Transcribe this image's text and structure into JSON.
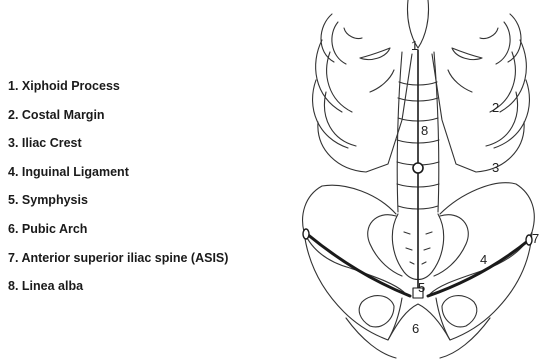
{
  "legend": [
    {
      "num": "1",
      "label": "Xiphoid Process"
    },
    {
      "num": "2",
      "label": "Costal Margin"
    },
    {
      "num": "3",
      "label": "Iliac Crest"
    },
    {
      "num": "4",
      "label": "Inguinal Ligament"
    },
    {
      "num": "5",
      "label": "Symphysis"
    },
    {
      "num": "6",
      "label": "Pubic Arch"
    },
    {
      "num": "7",
      "label": "Anterior superior iliac spine (ASIS)"
    },
    {
      "num": "8",
      "label": "Linea alba"
    }
  ],
  "markers": [
    "1",
    "2",
    "3",
    "4",
    "5",
    "6",
    "7",
    "8"
  ],
  "colors": {
    "line": "#333333",
    "ligament": "#1a1a1a",
    "text": "#1a1a1a"
  }
}
